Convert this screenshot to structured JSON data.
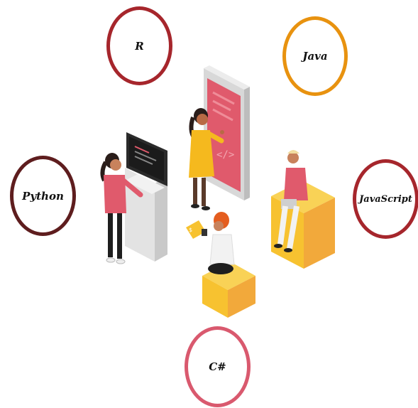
{
  "languages": {
    "r": {
      "label": "R",
      "color": "#a6262c"
    },
    "java": {
      "label": "Java",
      "color": "#e8920f"
    },
    "python": {
      "label": "Python",
      "color": "#5e1d1e"
    },
    "javascript": {
      "label": "JavaScript",
      "color": "#a6262c"
    },
    "csharp": {
      "label": "C#",
      "color": "#d9596e"
    }
  },
  "palette": {
    "pink": "#e05a6c",
    "yellow": "#f7c230",
    "orange": "#f2a93b",
    "screen_dark": "#262626",
    "skin": "#c8825c",
    "grey_device": "#dcdcdc"
  }
}
